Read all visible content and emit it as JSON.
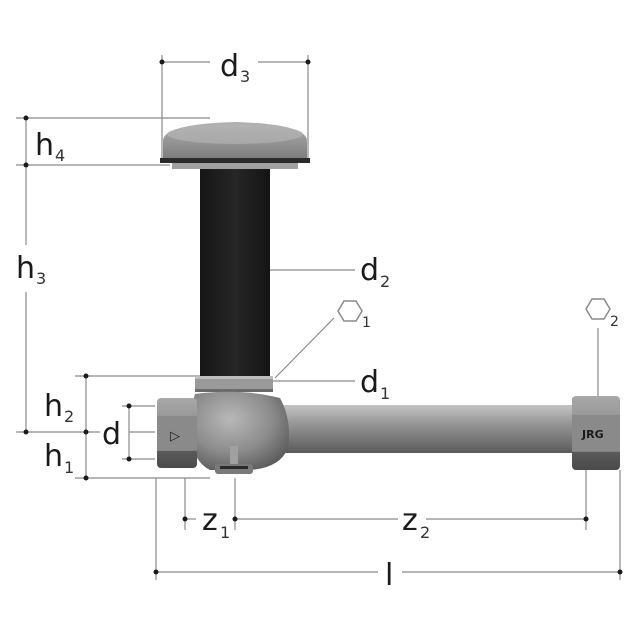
{
  "diagram": {
    "type": "technical-dimension-drawing",
    "subject": "valve fitting with vertical extension and cap",
    "brand_mark": "JRG",
    "colors": {
      "line": "#7a7a7a",
      "dot": "#1a1a1a",
      "metal": "#8c8c8c",
      "metal_dark": "#5e5e5e",
      "metal_light": "#b5b5b5",
      "insulation": "#1e1e1e",
      "cap": "#a3a3a3"
    },
    "dimensions": {
      "d3": {
        "base": "d",
        "sub": "3"
      },
      "h4": {
        "base": "h",
        "sub": "4"
      },
      "h3": {
        "base": "h",
        "sub": "3"
      },
      "d2": {
        "base": "d",
        "sub": "2"
      },
      "d1": {
        "base": "d",
        "sub": "1"
      },
      "h2": {
        "base": "h",
        "sub": "2"
      },
      "h1": {
        "base": "h",
        "sub": "1"
      },
      "d": {
        "base": "d",
        "sub": ""
      },
      "z1": {
        "base": "z",
        "sub": "1"
      },
      "z2": {
        "base": "z",
        "sub": "2"
      },
      "l": {
        "base": "l",
        "sub": ""
      }
    },
    "wrench_sizes": [
      {
        "id": "hex1",
        "sub": "1"
      },
      {
        "id": "hex2",
        "sub": "2"
      }
    ],
    "inlet_marker": "▷"
  }
}
